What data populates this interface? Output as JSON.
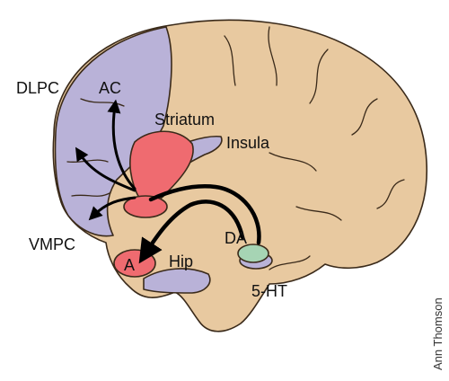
{
  "labels": {
    "dlpc": "DLPC",
    "ac": "AC",
    "striatum": "Striatum",
    "insula": "Insula",
    "vmpc": "VMPC",
    "da": "DA",
    "a": "A",
    "hip": "Hip",
    "ht5": "5-HT"
  },
  "credit": "Ann Thomson",
  "colors": {
    "brain": "#e8c9a0",
    "prefrontal": "#b9b2d8",
    "red_regions": "#ef6b70",
    "green_nucleus": "#a6d4b4",
    "outline": "#3a2a1a"
  }
}
